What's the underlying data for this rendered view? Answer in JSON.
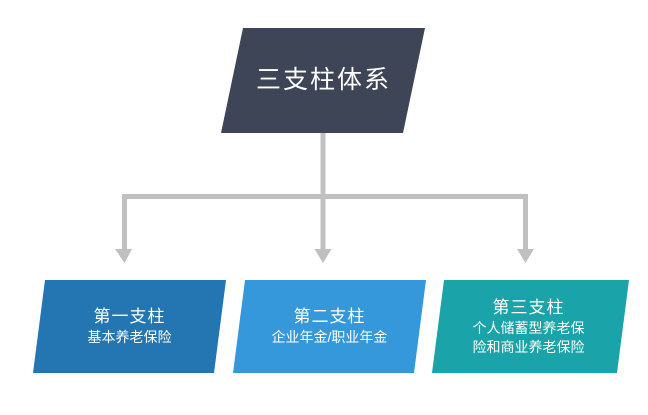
{
  "diagram": {
    "type": "hierarchy",
    "title": "三支柱体系",
    "background_color": "#ffffff",
    "connector_color": "#c0c0c0",
    "root": {
      "label": "三支柱体系",
      "shape": "parallelogram",
      "fill_color": "#3e4557",
      "text_color": "#ffffff"
    },
    "children": [
      {
        "title": "第一支柱",
        "desc_line1": "基本养老保险",
        "desc_line2": "",
        "shape": "parallelogram",
        "fill_color": "#2376b2",
        "text_color": "#ffffff"
      },
      {
        "title": "第二支柱",
        "desc_line1": "企业年金/职业年金",
        "desc_line2": "",
        "shape": "parallelogram",
        "fill_color": "#3498db",
        "text_color": "#ffffff"
      },
      {
        "title": "第三支柱",
        "desc_line1": "个人储蓄型养老保",
        "desc_line2": "险和商业养老保险",
        "shape": "parallelogram",
        "fill_color": "#1aa3a8",
        "text_color": "#ffffff"
      }
    ],
    "connectors": [
      {
        "name": "root-stem",
        "from": "root",
        "to": "junction"
      },
      {
        "name": "arrow-to-pillar-1",
        "from": "junction",
        "to": "pillar-1"
      },
      {
        "name": "arrow-to-pillar-2",
        "from": "junction",
        "to": "pillar-2"
      },
      {
        "name": "arrow-to-pillar-3",
        "from": "junction",
        "to": "pillar-3"
      }
    ]
  }
}
